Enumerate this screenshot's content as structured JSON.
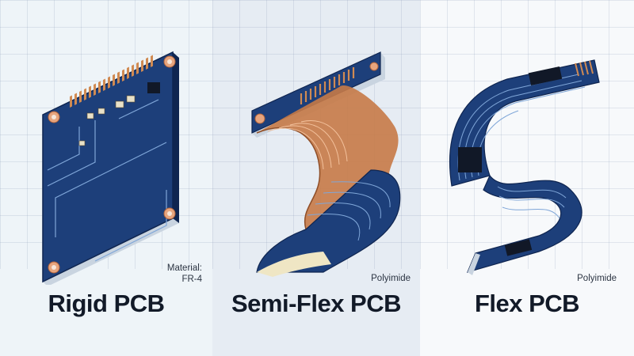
{
  "panels": [
    {
      "title": "Rigid PCB",
      "note_line1": "Material:",
      "note_line2": "FR-4"
    },
    {
      "title": "Semi-Flex PCB",
      "note_line1": "Polyimide"
    },
    {
      "title": "Flex PCB",
      "note_line1": "Polyimide"
    }
  ],
  "colors": {
    "board_blue": "#1d3f7a",
    "board_edge": "#0f2550",
    "copper": "#c97a4a",
    "trace": "#7fa6d8",
    "panel1_bg": "#eef4f8",
    "panel2_bg": "#e6ecf3",
    "panel3_bg": "#f7f9fb"
  },
  "icons": [
    "rigid-board-illustration",
    "semi-flex-board-illustration",
    "flex-board-illustration",
    "ic-chip-icon",
    "mounting-hole-icon"
  ]
}
